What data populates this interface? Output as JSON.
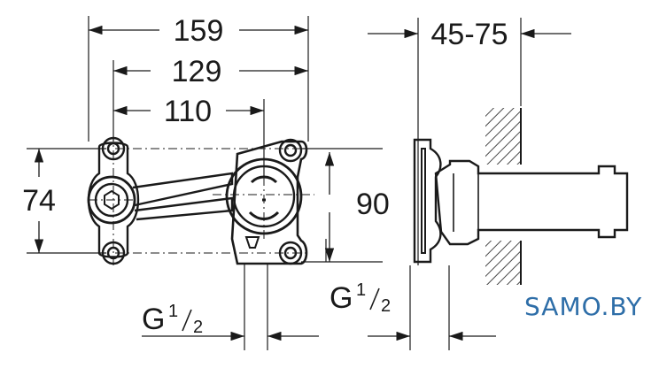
{
  "dimensions": {
    "d159": "159",
    "d129": "129",
    "d110": "110",
    "d74": "74",
    "d90": "90",
    "d4575": "45-75"
  },
  "threads": {
    "right": {
      "letter": "G",
      "num": "1",
      "den": "2"
    },
    "bottom": {
      "letter": "G",
      "num": "1",
      "den": "2"
    }
  },
  "watermark": "SAMO.BY",
  "colors": {
    "line": "#1a1a1a",
    "watermark": "#2e6ea8"
  }
}
